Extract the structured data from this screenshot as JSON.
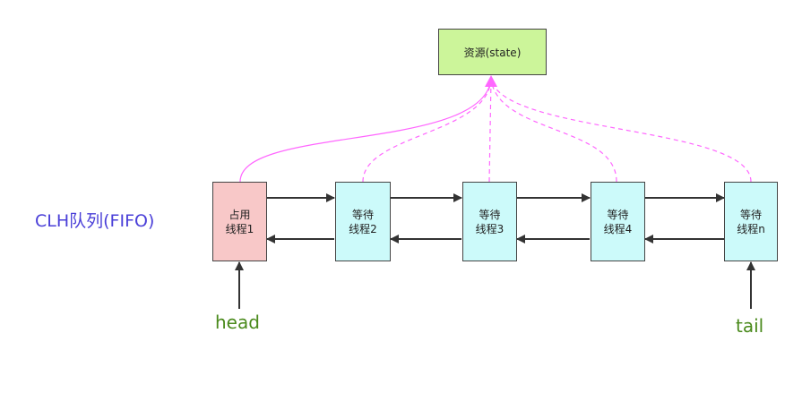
{
  "resource": {
    "label": "资源(state)"
  },
  "queue": {
    "label": "CLH队列(FIFO)"
  },
  "nodes": [
    {
      "line1": "占用",
      "line2": "线程1",
      "state": "occupied"
    },
    {
      "line1": "等待",
      "line2": "线程2",
      "state": "waiting"
    },
    {
      "line1": "等待",
      "line2": "线程3",
      "state": "waiting"
    },
    {
      "line1": "等待",
      "line2": "线程4",
      "state": "waiting"
    },
    {
      "line1": "等待",
      "line2": "线程n",
      "state": "waiting"
    }
  ],
  "pointers": {
    "head": "head",
    "tail": "tail"
  },
  "colors": {
    "occupied_fill": "#f8c8c8",
    "waiting_fill": "#ccfafa",
    "resource_fill": "#ccf59a",
    "curve": "#ff66ff",
    "queue_label": "#4a3fd8",
    "pointer_label": "#4a8a1c",
    "arrow": "#333333"
  }
}
